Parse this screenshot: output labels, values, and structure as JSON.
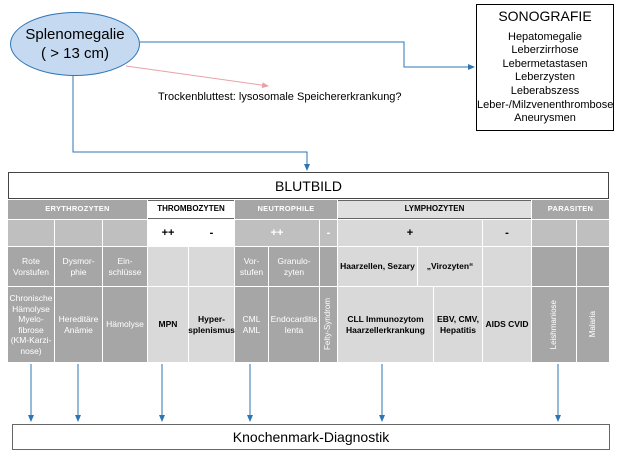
{
  "splenomegalie": {
    "line1": "Splenomegalie",
    "line2": "( > 13 cm)"
  },
  "trockenbluttest": "Trockenbluttest:  lysosomale Speichererkrankung?",
  "sonografie": {
    "title": "SONOGRAFIE",
    "items": [
      "Hepatomegalie",
      "Leberzirrhose",
      "Lebermetastasen",
      "Leberzysten",
      "Leberabszess",
      "Leber-/Milzvenenthrombose",
      "Aneurysmen"
    ]
  },
  "blutbild": "BLUTBILD",
  "categories": {
    "erythrozyten": "ERYTHROZYTEN",
    "thrombozyten": "THROMBOZYTEN",
    "neutrophile": "NEUTROPHILE",
    "lymphozyten": "LYMPHOZYTEN",
    "parasiten": "PARASITEN"
  },
  "symbols": {
    "thrombo_plus": "++",
    "thrombo_minus": "-",
    "neutro_plus": "++",
    "neutro_minus": "-",
    "lympho_plus": "+",
    "lympho_minus": "-"
  },
  "findings": {
    "rote_vorstufen": "Rote Vorstufen",
    "dysmorphie": "Dysmor-phie",
    "einschluesse": "Ein-schlüsse",
    "neutro_vorstufen": "Vor-stufen",
    "granulozyten": "Granulo-zyten",
    "haarzellen": "Haarzellen, Sezary",
    "virozyten": "„Virozyten“"
  },
  "diagnoses": {
    "chronische_haemolyse": "Chronische Hämolyse Myelo-fibrose (KM-Karzi-nose)",
    "hereditaere_anaemie": "Hereditäre Anämie",
    "haemolyse": "Hämolyse",
    "mpn": "MPN",
    "hypersplenismus": "Hyper-splenismus",
    "cml_aml": "CML AML",
    "endocarditis": "Endocarditis lenta",
    "felty": "Felty-Syndrom",
    "cll": "CLL Immunozytom Haarzellerkrankung",
    "ebv": "EBV, CMV, Hepatitis",
    "aids": "AIDS CVID",
    "leishmaniose": "Leishmaniose",
    "malaria": "Malaria"
  },
  "knochenmark": "Knochenmark-Diagnostik",
  "colors": {
    "arrow": "#2e75b6",
    "pink_arrow": "#e8a0a8",
    "oval_fill": "#c5d9f1",
    "grey_dark": "#a6a6a6",
    "grey_light": "#d9d9d9"
  }
}
